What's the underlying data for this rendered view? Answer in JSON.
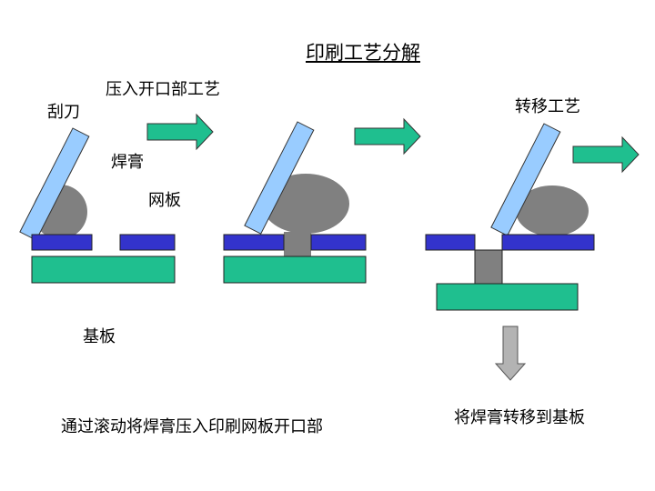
{
  "title": "印刷工艺分解",
  "labels": {
    "squeegee": "刮刀",
    "press_into_opening": "压入开口部工艺",
    "solder_paste": "焊膏",
    "stencil": "网板",
    "substrate": "基板",
    "transfer_process": "转移工艺",
    "caption_left": "通过滚动将焊膏压入印刷网板开口部",
    "caption_right": "将焊膏转移到基板"
  },
  "colors": {
    "stencil": "#3333cc",
    "substrate": "#1fbf8f",
    "squeegee": "#99ccff",
    "paste": "#808080",
    "arrow": "#1fbf8f",
    "down_arrow": "#b3b3b3"
  }
}
